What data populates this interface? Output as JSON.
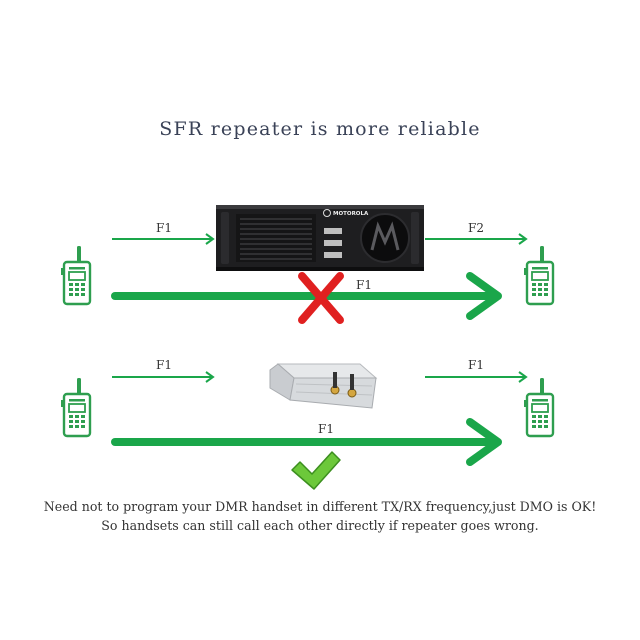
{
  "title": "SFR repeater is more reliable",
  "labels": {
    "top_in": "F1",
    "top_out": "F2",
    "top_direct": "F1",
    "bottom_in": "F1",
    "bottom_out": "F1",
    "bottom_direct": "F1"
  },
  "device_brand": "MOTOROLA",
  "caption": {
    "line1": "Need not to program your DMR handset in different TX/RX frequency,just DMO is OK!",
    "line2": "So handsets can still call each other directly if repeater goes wrong."
  },
  "colors": {
    "green": "#1aa64a",
    "icon_green": "#2e9e4f",
    "red": "#e02020",
    "check_green": "#6cc83a"
  },
  "icons": [
    "radio-handset-icon",
    "repeater-unit-icon",
    "sfr-box-icon",
    "cross-mark-icon",
    "check-mark-icon"
  ]
}
